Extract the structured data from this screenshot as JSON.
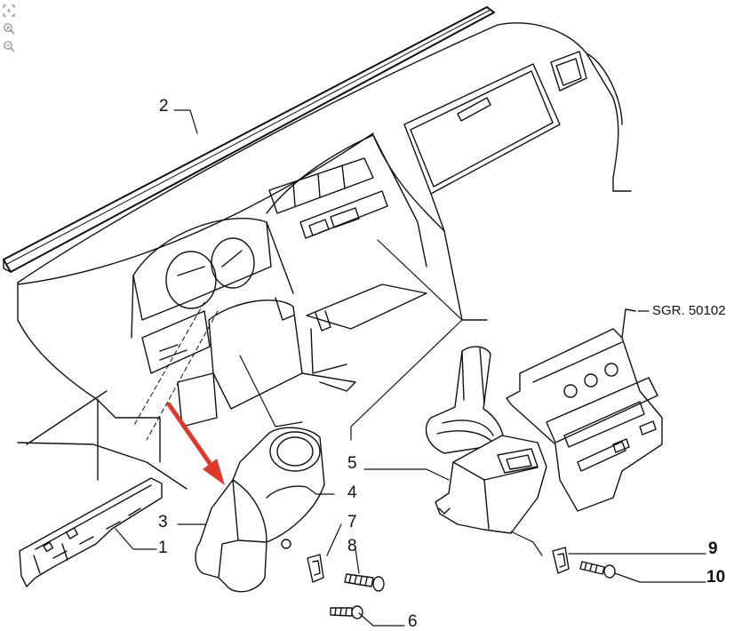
{
  "toolbar": {
    "fit_icon": "fit-page-icon",
    "zoom_in_icon": "zoom-in-icon",
    "zoom_out_icon": "zoom-out-icon"
  },
  "callouts": {
    "p1": "1",
    "p2": "2",
    "p3": "3",
    "p4": "4",
    "p5": "5",
    "p6": "6",
    "p7": "7",
    "p8": "8",
    "p9": "9",
    "p10": "10"
  },
  "reference": "SGR. 50102",
  "highlight_color": "#e0392b",
  "line_color": "#111111"
}
